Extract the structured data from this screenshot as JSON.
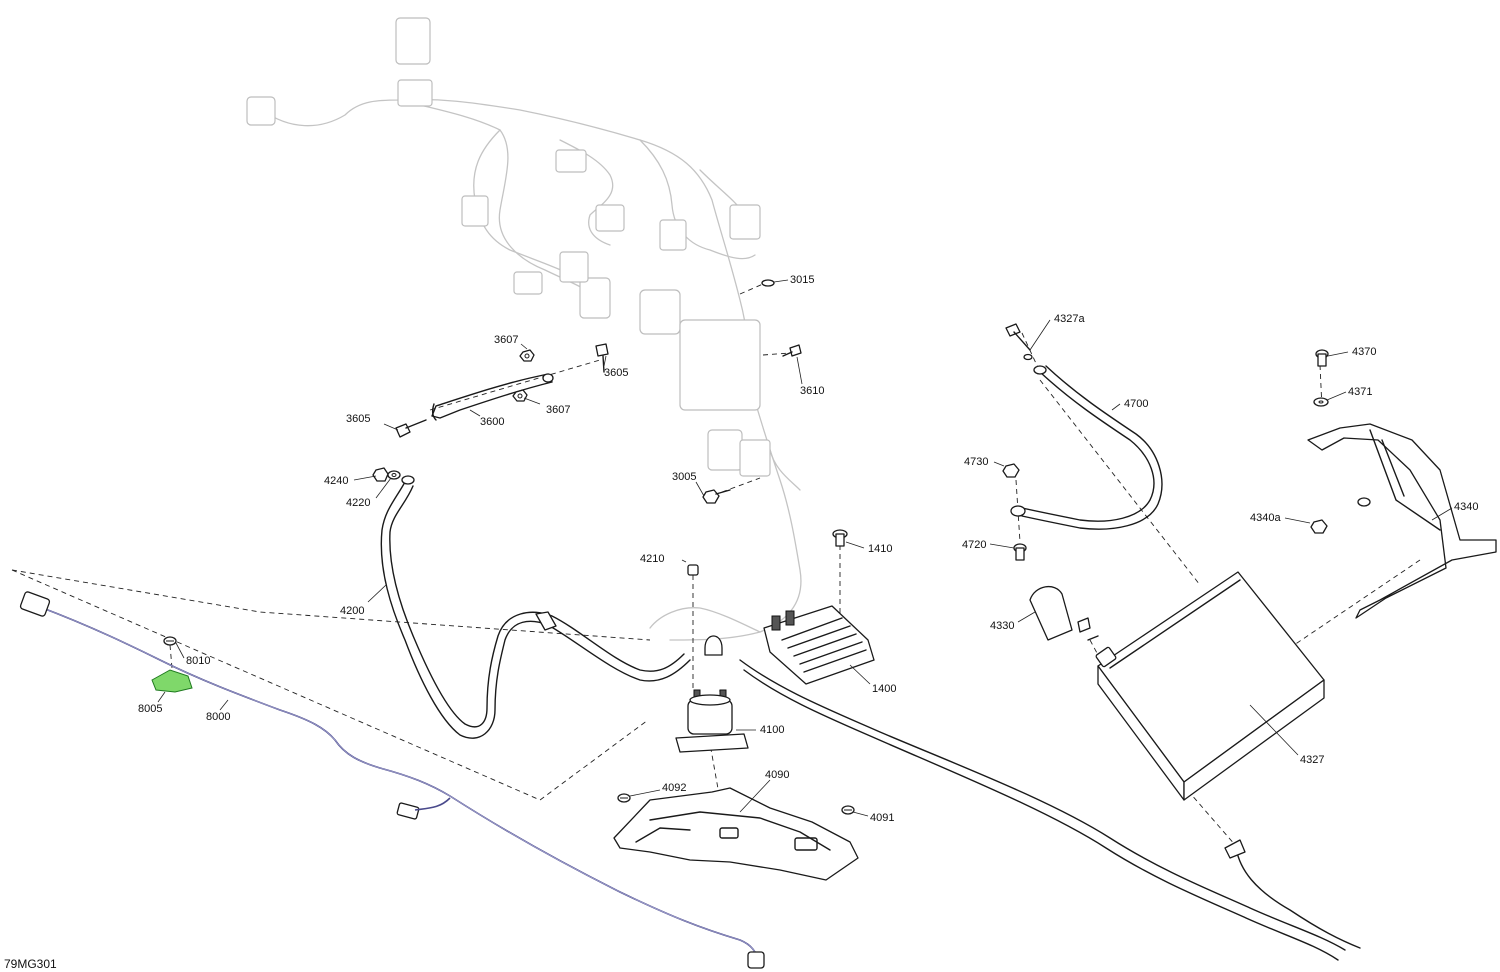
{
  "figure_code": "79MG301",
  "callouts": [
    {
      "id": "3015",
      "label": "3015"
    },
    {
      "id": "3607a",
      "label": "3607"
    },
    {
      "id": "3605a",
      "label": "3605"
    },
    {
      "id": "3610",
      "label": "3610"
    },
    {
      "id": "3605b",
      "label": "3605"
    },
    {
      "id": "3600",
      "label": "3600"
    },
    {
      "id": "3607b",
      "label": "3607"
    },
    {
      "id": "4240",
      "label": "4240"
    },
    {
      "id": "4220",
      "label": "4220"
    },
    {
      "id": "3005",
      "label": "3005"
    },
    {
      "id": "4200",
      "label": "4200"
    },
    {
      "id": "4210",
      "label": "4210"
    },
    {
      "id": "1410",
      "label": "1410"
    },
    {
      "id": "1400",
      "label": "1400"
    },
    {
      "id": "4100",
      "label": "4100"
    },
    {
      "id": "4092",
      "label": "4092"
    },
    {
      "id": "4090",
      "label": "4090"
    },
    {
      "id": "4091",
      "label": "4091"
    },
    {
      "id": "8010",
      "label": "8010"
    },
    {
      "id": "8005",
      "label": "8005"
    },
    {
      "id": "8000",
      "label": "8000"
    },
    {
      "id": "4327a",
      "label": "4327a"
    },
    {
      "id": "4700",
      "label": "4700"
    },
    {
      "id": "4730",
      "label": "4730"
    },
    {
      "id": "4720",
      "label": "4720"
    },
    {
      "id": "4330",
      "label": "4330"
    },
    {
      "id": "4327",
      "label": "4327"
    },
    {
      "id": "4370",
      "label": "4370"
    },
    {
      "id": "4371",
      "label": "4371"
    },
    {
      "id": "4340a",
      "label": "4340a"
    },
    {
      "id": "4340",
      "label": "4340"
    }
  ],
  "colors": {
    "line": "#1a1a1a",
    "ghost_harness": "#c4c4c4",
    "sensor_wire": "#4a4a8c",
    "highlight_clip": "#7fd86a"
  }
}
